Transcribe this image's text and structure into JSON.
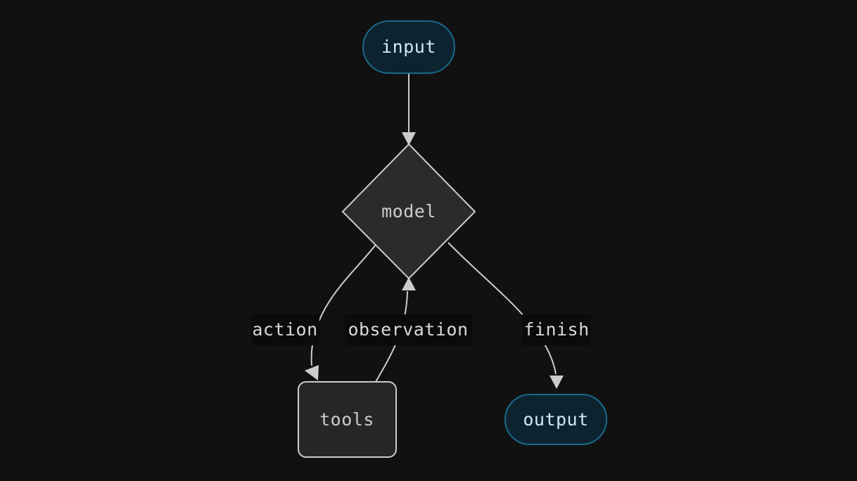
{
  "diagram": {
    "title": "agent-flow",
    "theme": {
      "background": "#111111",
      "terminal_fill": "#0d2430",
      "terminal_stroke": "#19698a",
      "terminal_text": "#cfe8f7",
      "process_fill": "#262626",
      "process_stroke": "#cccccc",
      "process_text": "#cccccc",
      "decision_fill": "#2b2b2b",
      "decision_stroke": "#cccccc",
      "edge_stroke": "#cccccc",
      "edge_label_text": "#d9d9d9",
      "edge_label_bg": "#0b0b0b"
    },
    "nodes": [
      {
        "id": "input",
        "label": "input",
        "shape": "stadium"
      },
      {
        "id": "model",
        "label": "model",
        "shape": "diamond"
      },
      {
        "id": "tools",
        "label": "tools",
        "shape": "rounded-rect"
      },
      {
        "id": "output",
        "label": "output",
        "shape": "stadium"
      }
    ],
    "edges": [
      {
        "id": "input-to-model",
        "from": "input",
        "to": "model",
        "label": ""
      },
      {
        "id": "model-to-tools",
        "from": "model",
        "to": "tools",
        "label": "action"
      },
      {
        "id": "tools-to-model",
        "from": "tools",
        "to": "model",
        "label": "observation"
      },
      {
        "id": "model-to-output",
        "from": "model",
        "to": "output",
        "label": "finish"
      }
    ],
    "edge_labels": {
      "action": "action",
      "observation": "observation",
      "finish": "finish"
    }
  }
}
